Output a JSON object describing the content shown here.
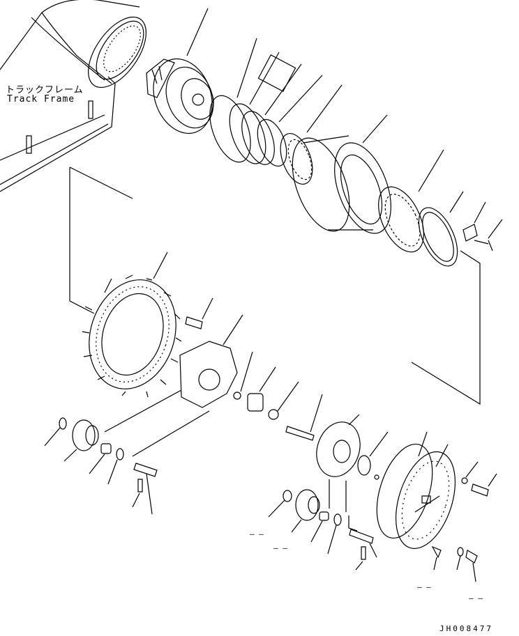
{
  "labels": {
    "track_frame_jp": "トラックフレーム",
    "track_frame_en": "Track Frame",
    "drawing_code": "JH008477"
  },
  "icons": [
    "final-drive-exploded-view"
  ],
  "colors": {
    "line": "#000000",
    "background": "#ffffff"
  }
}
